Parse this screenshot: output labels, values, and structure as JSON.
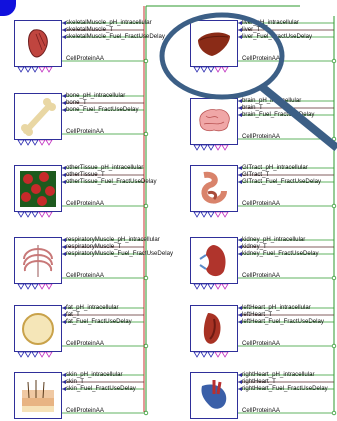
{
  "organs": [
    {
      "id": "skeletalMuscle",
      "labels": [
        "skeletalMuscle_pH_intracellular",
        "skeletalMuscle_T",
        "skeletalMuscle_Fuel_FractUseDelay"
      ],
      "cp": "CellProteinAA",
      "icon": "skeletal-muscle-icon"
    },
    {
      "id": "liver",
      "labels": [
        "liver_pH_intracellular",
        "liver_T",
        "liver_Fuel_FractUseDelay"
      ],
      "cp": "CellProteinAA",
      "icon": "liver-icon"
    },
    {
      "id": "bone",
      "labels": [
        "bone_pH_intracellular",
        "bone_T",
        "bone_Fuel_FractUseDelay"
      ],
      "cp": "CellProteinAA",
      "icon": "bone-icon"
    },
    {
      "id": "brain",
      "labels": [
        "brain_pH_intracellular",
        "brain_T",
        "brain_Fuel_FractUseDelay"
      ],
      "cp": "CellProteinAA",
      "icon": "brain-icon"
    },
    {
      "id": "otherTissue",
      "labels": [
        "otherTissue_pH_intracellular",
        "otherTissue_T",
        "otherTissue_Fuel_FractUseDelay"
      ],
      "cp": "CellProteinAA",
      "icon": "other-tissue-icon"
    },
    {
      "id": "GITract",
      "labels": [
        "GITract_pH_intracellular",
        "GITract_T",
        "GITract_Fuel_FractUseDelay"
      ],
      "cp": "CellProteinAA",
      "icon": "gi-tract-icon"
    },
    {
      "id": "respiratoryMuscle",
      "labels": [
        "respiratoryMuscle_pH_intracellular",
        "respiratoryMuscle_T",
        "respiratoryMuscle_Fuel_FractUseDelay"
      ],
      "cp": "CellProteinAA",
      "icon": "ribcage-icon"
    },
    {
      "id": "kidney",
      "labels": [
        "kidney_pH_intracellular",
        "kidney_T",
        "kidney_Fuel_FractUseDelay"
      ],
      "cp": "CellProteinAA",
      "icon": "kidney-icon"
    },
    {
      "id": "fat",
      "labels": [
        "fat_pH_intracellular",
        "fat_T",
        "fat_Fuel_FractUseDelay"
      ],
      "cp": "CellProteinAA",
      "icon": "fat-cell-icon"
    },
    {
      "id": "leftHeart",
      "labels": [
        "leftHeart_pH_intracellular",
        "leftHeart_T",
        "leftHeart_Fuel_FractUseDelay"
      ],
      "cp": "CellProteinAA",
      "icon": "left-heart-icon"
    },
    {
      "id": "skin",
      "labels": [
        "skin_pH_intracellular",
        "skin_T",
        "skin_Fuel_FractUseDelay"
      ],
      "cp": "CellProteinAA",
      "icon": "skin-icon"
    },
    {
      "id": "rightHeart",
      "labels": [
        "rightHeart_pH_intracellular",
        "rightHeart_T",
        "rightHeart_Fuel_FractUseDelay"
      ],
      "cp": "CellProteinAA",
      "icon": "right-heart-icon"
    }
  ],
  "colors": {
    "block_border": "#2f2f9a",
    "connector_green": "#2e9a2e",
    "connector_red": "#c83232",
    "connector_dark": "#5a2a2a",
    "magnifier": "#3c5f86",
    "triangle_blue": "#2b2bb0",
    "triangle_magenta": "#c030c0"
  }
}
